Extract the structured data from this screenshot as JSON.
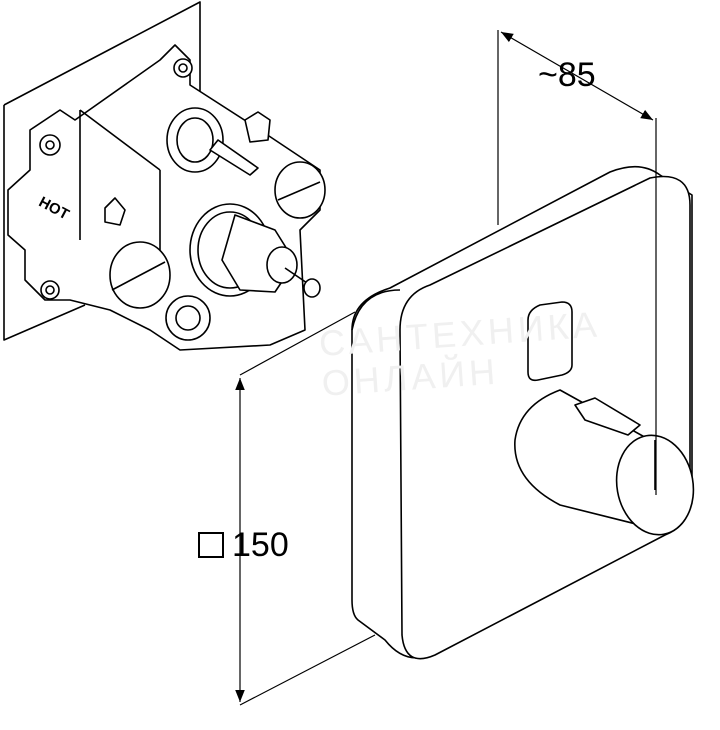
{
  "drawing": {
    "depth_label": "~85",
    "size_label": "150",
    "valve_marking": "HOT",
    "watermark": "САНТЕХНИКА ОНЛАЙН"
  }
}
